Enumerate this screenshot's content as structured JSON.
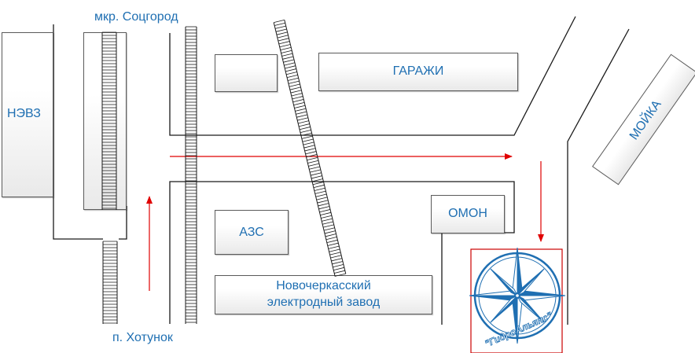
{
  "map": {
    "labels": {
      "district_top": "мкр. Соцгород",
      "settlement_bottom": "п. Хотунок",
      "nevz": "НЭВЗ",
      "garages": "ГАРАЖИ",
      "car_wash": "МОЙКА",
      "gas_station": "АЗС",
      "omon": "ОМОН",
      "electrode_plant_line1": "Новочеркасский",
      "electrode_plant_line2": "электродный завод"
    },
    "logo": {
      "text": "\"ГидроАльянс\""
    },
    "colors": {
      "label": "#1F6FB2",
      "route_arrow": "#E00000",
      "road_line": "#1a1a1a",
      "building_border": "#5a5a5a",
      "logo_blue": "#1F6FB2"
    },
    "icons": {
      "route": "red-arrow",
      "railway": "railway-ladder",
      "destination": "compass-rose-logo"
    }
  }
}
